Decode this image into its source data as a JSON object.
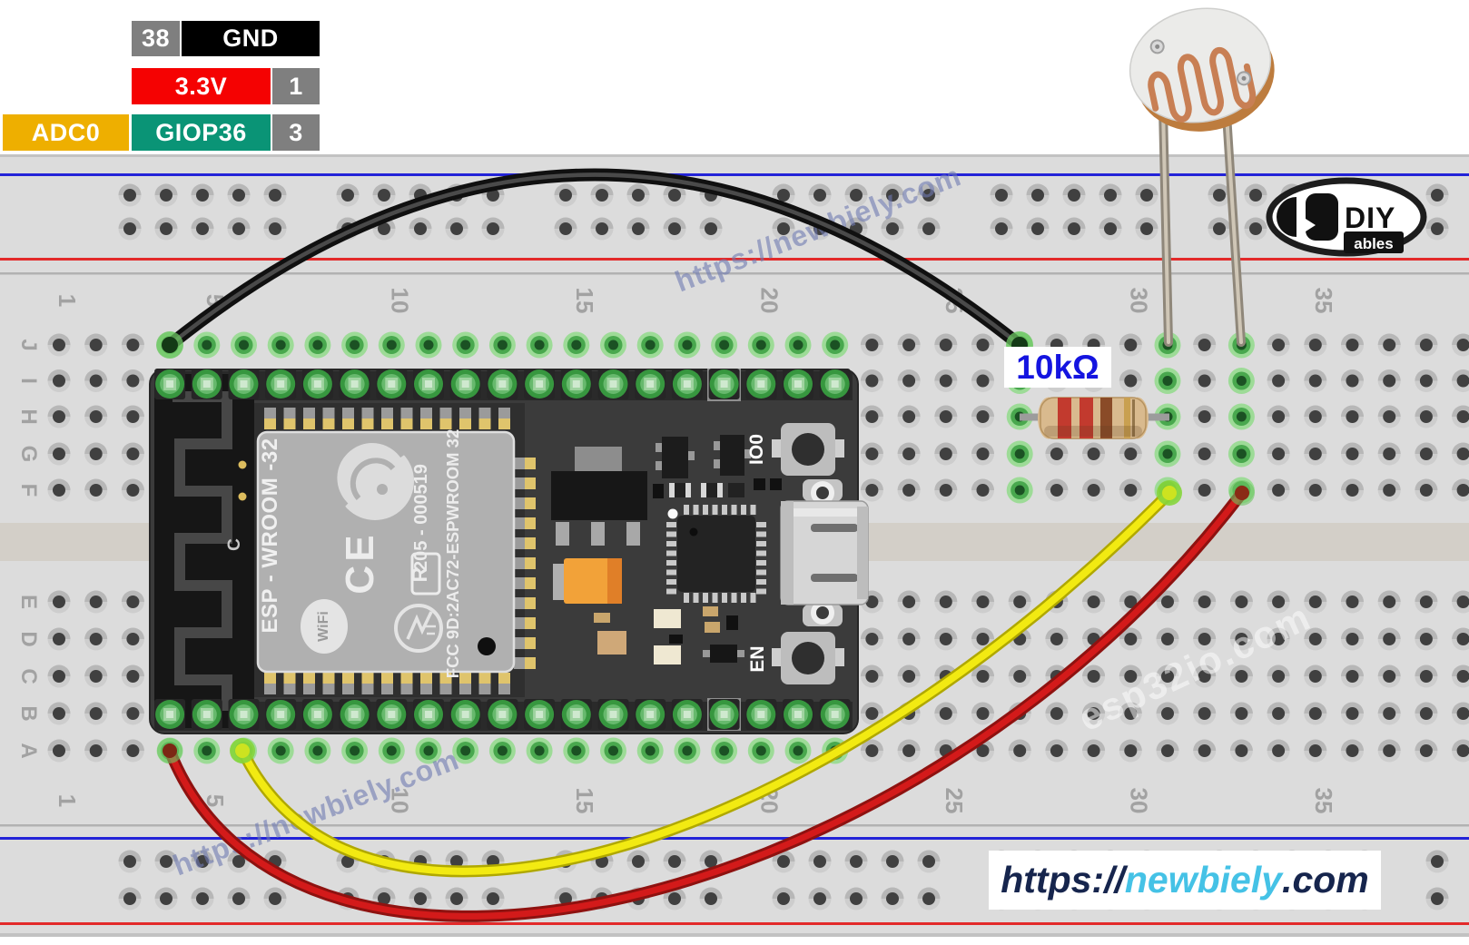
{
  "legend": {
    "gnd_pin": "38",
    "gnd_label": "GND",
    "v33_label": "3.3V",
    "v33_pin": "1",
    "adc_label": "ADC0",
    "gpio_label": "GIOP36",
    "gpio_pin": "3"
  },
  "breadboard": {
    "column_labels": [
      "1",
      "5",
      "10",
      "15",
      "20",
      "25",
      "30",
      "35"
    ],
    "row_labels_top": [
      "J",
      "I",
      "H",
      "G",
      "F"
    ],
    "row_labels_bottom": [
      "E",
      "D",
      "C",
      "B",
      "A"
    ]
  },
  "esp32": {
    "module_name": "ESP - WROOM -32",
    "serial": "205 - 000519",
    "fcc": "FCC 9D:2AC72-ESPWROOM 32",
    "ce_mark": "CE",
    "r_mark": "R",
    "wifi_label": "WiFi",
    "antenna_label": "C",
    "button_io0": "IO0",
    "button_en": "EN"
  },
  "resistor": {
    "label": "10kΩ",
    "bands": [
      "red",
      "red",
      "brown",
      "gold"
    ]
  },
  "watermarks": {
    "top": "https://newbiely.com",
    "bottom_left": "https://newbiely.com",
    "right": "esp32io.com"
  },
  "footer": {
    "prefix": "https://",
    "brand": "newbiely",
    "suffix": ".com"
  },
  "logo": {
    "title": "DIY",
    "subtitle": "ables"
  },
  "colors": {
    "legend_gray": "#7f7f7f",
    "legend_black": "#000000",
    "legend_red": "#f50202",
    "legend_yellow": "#eeaf00",
    "legend_teal": "#0a9476",
    "rail_blue": "#2323d8",
    "rail_red": "#e32a2a",
    "wire_black": "#141414",
    "wire_yellow": "#e8df10",
    "wire_red": "#c41414",
    "resistor_label_blue": "#1414e0"
  }
}
